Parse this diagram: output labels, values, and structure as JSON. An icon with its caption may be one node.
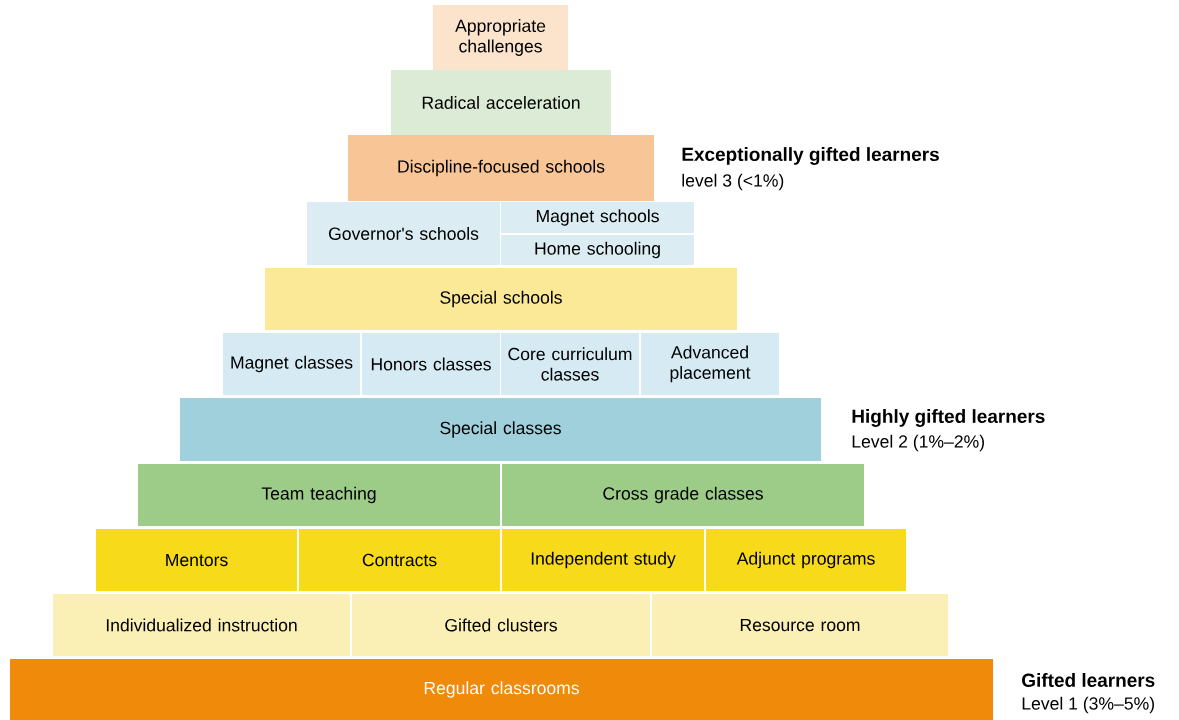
{
  "diagram": {
    "nodes": [
      {
        "text": [
          "Appropriate challenges"
        ]
      },
      {
        "text": [
          "Radical acceleration"
        ]
      },
      {
        "text": [
          "Discipline-focused schools"
        ]
      },
      {
        "text": [
          "Governor's schools"
        ]
      },
      {
        "text": [
          "Magnet schools"
        ]
      },
      {
        "text": [
          "Home schooling"
        ]
      },
      {
        "text": [
          "Special schools"
        ]
      },
      {
        "text": [
          "Magnet classes"
        ]
      },
      {
        "text": [
          "Honors classes"
        ]
      },
      {
        "text": [
          "Core curriculum classes"
        ]
      },
      {
        "text": [
          "Advanced placement"
        ]
      },
      {
        "text": [
          "Special classes"
        ]
      },
      {
        "text": [
          "Team teaching"
        ]
      },
      {
        "text": [
          "Cross grade classes"
        ]
      },
      {
        "text": [
          "Mentors"
        ]
      },
      {
        "text": [
          "Contracts"
        ]
      },
      {
        "text": [
          "Independent study"
        ]
      },
      {
        "text": [
          "Adjunct programs"
        ]
      },
      {
        "text": [
          "Individualized instruction"
        ]
      },
      {
        "text": [
          "Gifted clusters"
        ]
      },
      {
        "text": [
          "Resource room"
        ]
      },
      {
        "text": [
          "Regular classrooms"
        ]
      }
    ],
    "labels": [
      "Exceptionally gifted learners",
      "level 3 (<1%)",
      "Highly gifted learners",
      "Level 2 (1%–2%)",
      "Gifted learners",
      "Level 1 (3%–5%)"
    ]
  }
}
